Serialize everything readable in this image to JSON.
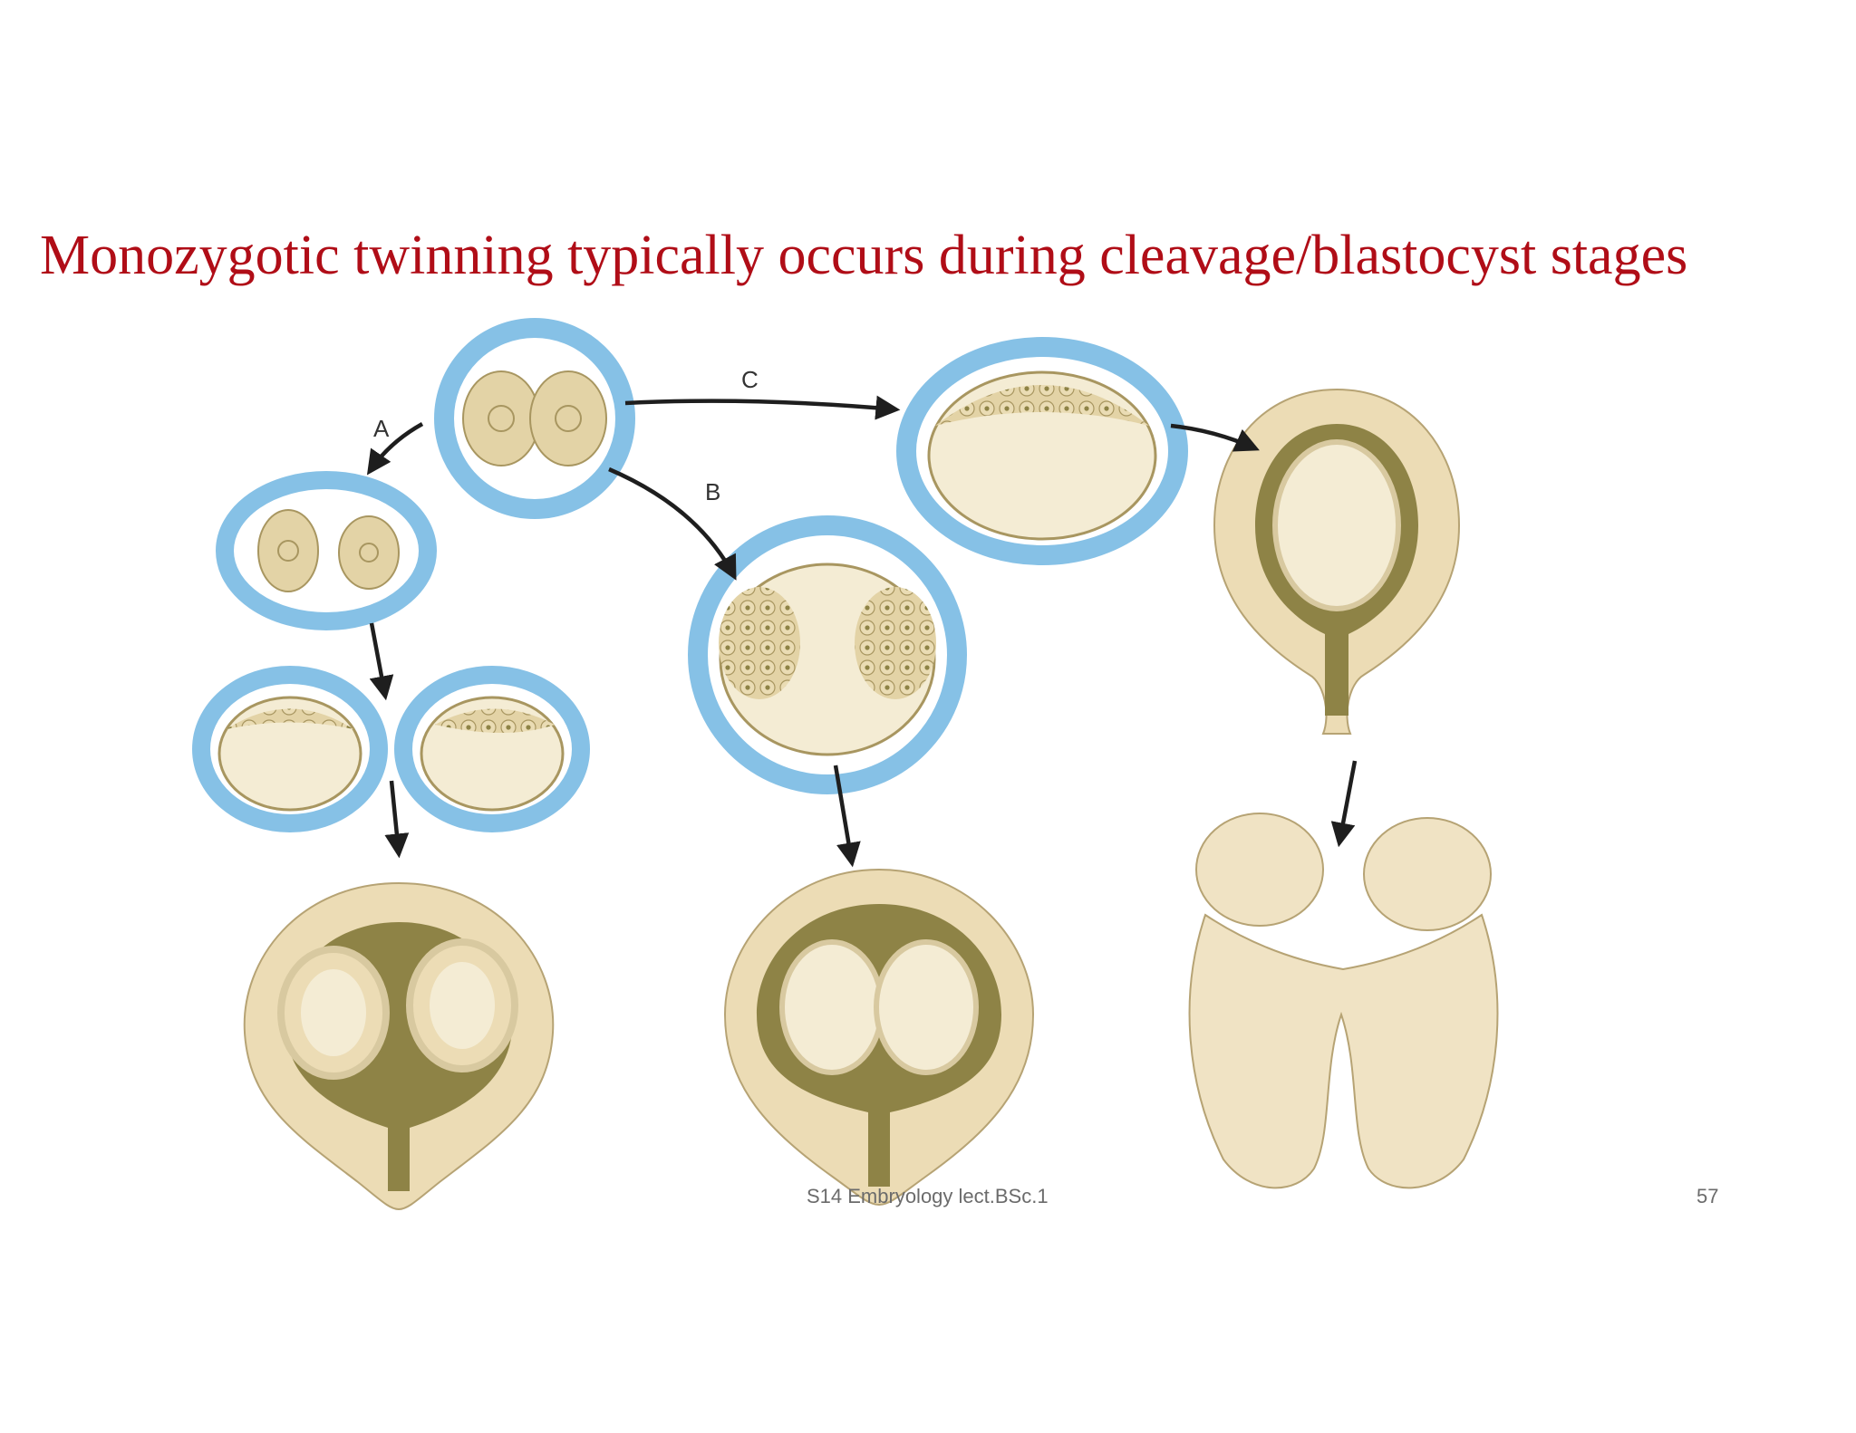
{
  "slide": {
    "title": "Monozygotic twinning typically occurs during cleavage/blastocyst stages",
    "footer_text": "S14 Embryology lect.BSc.1",
    "page_number": "57"
  },
  "diagram": {
    "path_labels": [
      "A",
      "B",
      "C"
    ]
  },
  "colors": {
    "title": "#b00d17",
    "zona": "#86c1e6",
    "cell": "#e3d3a6",
    "uterus_wall": "#ecdcb5",
    "uterus_dark": "#8e8346",
    "arrow": "#1e1e1e"
  }
}
